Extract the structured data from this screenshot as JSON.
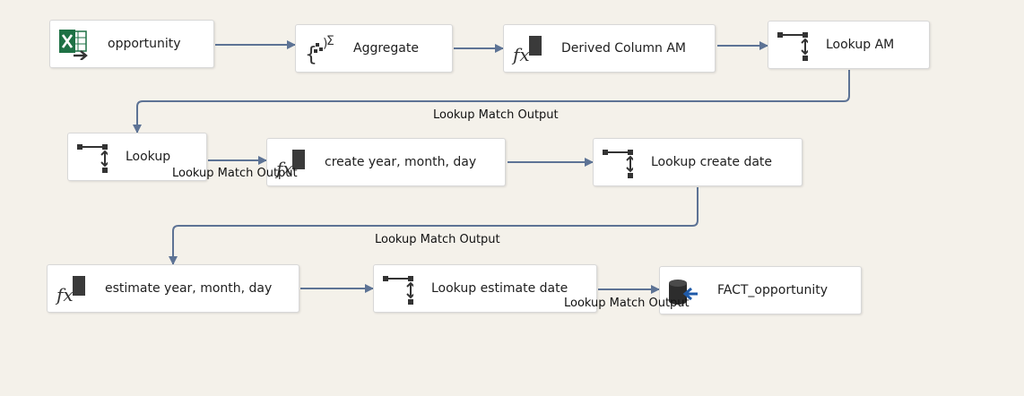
{
  "canvas": {
    "background": "#f4f1ea"
  },
  "colors": {
    "connector": "#5d7395"
  },
  "nodes": [
    {
      "id": "opportunity",
      "label": "opportunity",
      "icon": "excel-source-icon"
    },
    {
      "id": "aggregate",
      "label": "Aggregate",
      "icon": "aggregate-icon"
    },
    {
      "id": "derived_am",
      "label": "Derived Column AM",
      "icon": "derived-column-icon"
    },
    {
      "id": "lookup_am",
      "label": "Lookup AM",
      "icon": "lookup-icon"
    },
    {
      "id": "lookup",
      "label": "Lookup",
      "icon": "lookup-icon"
    },
    {
      "id": "create_ymd",
      "label": "create year, month, day",
      "icon": "derived-column-icon"
    },
    {
      "id": "lookup_create",
      "label": "Lookup create date",
      "icon": "lookup-icon"
    },
    {
      "id": "estimate_ymd",
      "label": "estimate year, month, day",
      "icon": "derived-column-icon"
    },
    {
      "id": "lookup_estimate",
      "label": "Lookup estimate date",
      "icon": "lookup-icon"
    },
    {
      "id": "fact_opportunity",
      "label": "FACT_opportunity",
      "icon": "database-destination-icon"
    }
  ],
  "edges": [
    {
      "from": "opportunity",
      "to": "aggregate",
      "label": ""
    },
    {
      "from": "aggregate",
      "to": "derived_am",
      "label": ""
    },
    {
      "from": "derived_am",
      "to": "lookup_am",
      "label": ""
    },
    {
      "from": "lookup_am",
      "to": "lookup",
      "label": "Lookup Match Output"
    },
    {
      "from": "lookup",
      "to": "create_ymd",
      "label": "Lookup Match Output"
    },
    {
      "from": "create_ymd",
      "to": "lookup_create",
      "label": ""
    },
    {
      "from": "lookup_create",
      "to": "estimate_ymd",
      "label": "Lookup Match Output"
    },
    {
      "from": "estimate_ymd",
      "to": "lookup_estimate",
      "label": ""
    },
    {
      "from": "lookup_estimate",
      "to": "fact_opportunity",
      "label": "Lookup Match Output"
    }
  ]
}
